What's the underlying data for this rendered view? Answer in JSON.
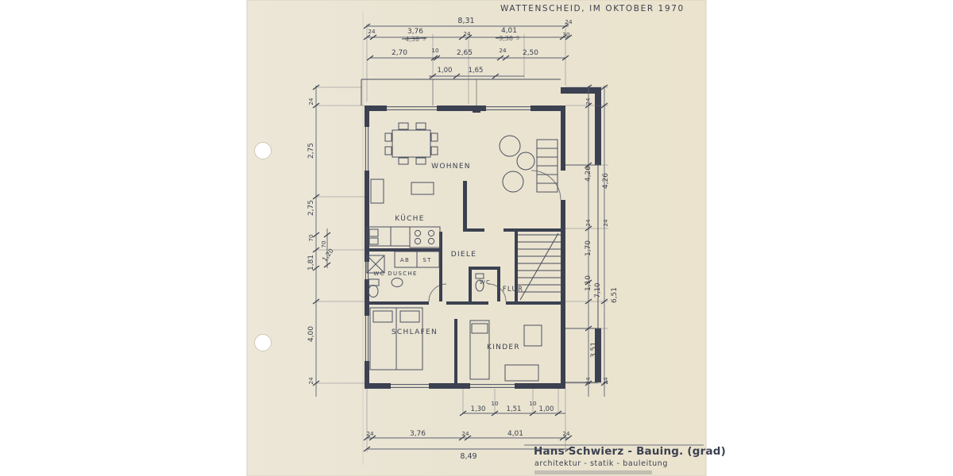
{
  "scan": {
    "title": "WATTENSCHEID, IM OKTOBER 1970",
    "signature": {
      "name": "Hans Schwierz - Bauing. (grad)",
      "profession": "architektur - statik - bauleitung"
    }
  },
  "rooms": {
    "wohnen": "WOHNEN",
    "kueche": "KÜCHE",
    "diele": "DIELE",
    "ab": "AB",
    "st": "ST",
    "wc_dusche": "WC DUSCHE",
    "wc": "WC",
    "flur": "FLUR",
    "schlafen": "SCHLAFEN",
    "kinder": "KINDER"
  },
  "dims": {
    "top_total": "8,31",
    "top_24_left": "24",
    "top_24_right": "24",
    "row2_a": "3,76",
    "row2_a_old": "4,38",
    "row2_a_sup": "5",
    "row2_mid": "24",
    "row2_b": "4,01",
    "row2_b_old": "3,38",
    "row2_b_sup": "5",
    "row2_end": "30",
    "row3_a": "2,70",
    "row3_g1": "10",
    "row3_b": "2,65",
    "row3_g2": "24",
    "row3_c": "2,50",
    "row4_a": "1,00",
    "row4_b": "1,65",
    "left_24_top": "24",
    "left_275_a": "2,75",
    "left_275_b": "2,75",
    "left_70_a": "70",
    "left_70_b": "70",
    "left_181": "1,81",
    "left_120": "1,20",
    "left_400": "4,00",
    "left_24_bot": "24",
    "right_24_top": "24",
    "right_426_a": "4,26",
    "right_426_b": "4,26",
    "right_24_mid_a": "24",
    "right_24_mid_b": "24",
    "right_170": "1,70",
    "right_110": "1,10",
    "right_710": "7,10",
    "right_651": "6,51",
    "right_351": "3,51",
    "right_24_bot_a": "24",
    "right_24_bot_b": "24",
    "bot_10_a": "10",
    "bot_10_b": "10",
    "bot_130": "1,30",
    "bot_151": "1,51",
    "bot_100": "1,00",
    "bot2_24_a": "24",
    "bot2_376": "3,76",
    "bot2_24_b": "24",
    "bot2_401": "4,01",
    "bot2_24_c": "24",
    "bot_total": "8,49"
  }
}
